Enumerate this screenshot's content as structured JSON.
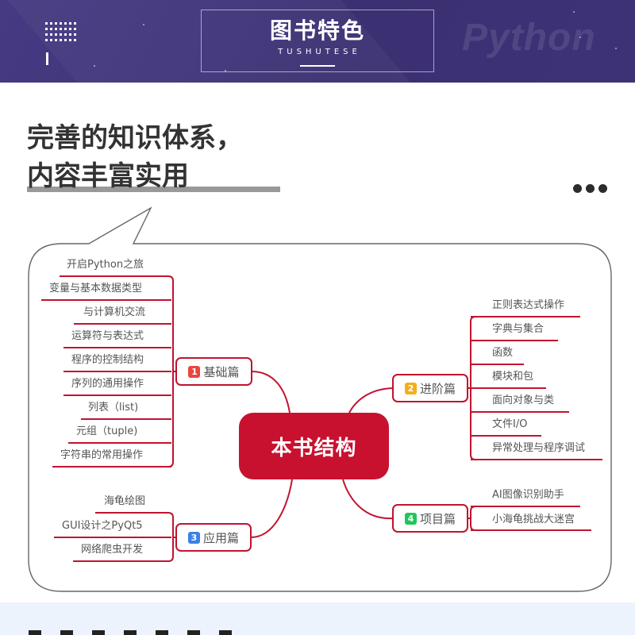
{
  "banner": {
    "title_cn": "图书特色",
    "title_en": "TUSHUTESE",
    "watermark": "Python",
    "icons": [
      "dot-grid-icon",
      "vertical-bar-icon"
    ],
    "bg_color": "#3f3479"
  },
  "headline": {
    "line1": "完善的知识体系，",
    "line2": "内容丰富实用",
    "more_icon": "more-dots-icon"
  },
  "mindmap": {
    "root": {
      "label": "本书结构",
      "color": "#c8112f"
    },
    "branches": [
      {
        "number": "1",
        "label": "基础篇",
        "badge_color": "#e8463f",
        "items": [
          "开启Python之旅",
          "变量与基本数据类型",
          "与计算机交流",
          "运算符与表达式",
          "程序的控制结构",
          "序列的通用操作",
          "列表（list)",
          "元组（tuple)",
          "字符串的常用操作"
        ]
      },
      {
        "number": "2",
        "label": "进阶篇",
        "badge_color": "#f6ad1c",
        "items": [
          "正则表达式操作",
          "字典与集合",
          "函数",
          "模块和包",
          "面向对象与类",
          "文件I/O",
          "异常处理与程序调试"
        ]
      },
      {
        "number": "3",
        "label": "应用篇",
        "badge_color": "#3b82e6",
        "items": [
          "海龟绘图",
          "GUI设计之PyQt5",
          "网络爬虫开发"
        ]
      },
      {
        "number": "4",
        "label": "项目篇",
        "badge_color": "#23c45a",
        "items": [
          "AI图像识别助手",
          "小海龟挑战大迷宫"
        ]
      }
    ],
    "line_color": "#c0142f"
  }
}
